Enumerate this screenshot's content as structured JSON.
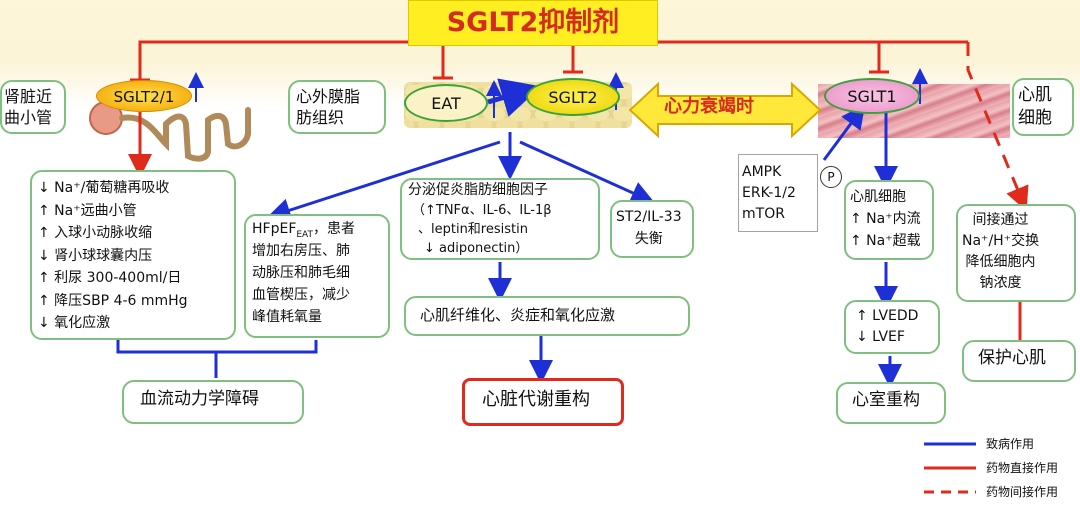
{
  "title": "SGLT2抑制剂",
  "kidney": {
    "label": "肾脏近\n曲小管",
    "target": "SGLT2/1",
    "effects": "↓ Na⁺/葡萄糖再吸收\n↑ Na⁺远曲小管\n↑ 入球小动脉收缩\n↓ 肾小球球囊内压\n↑ 利尿 300-400ml/日\n↑ 降压SBP 4-6 mmHg\n↓ 氧化应激"
  },
  "eat": {
    "label": "心外膜脂\n肪组织",
    "eat_pill": "EAT",
    "sglt2_pill": "SGLT2",
    "factors_title": "分泌促炎脂肪细胞因子",
    "factors_line1": "（↑TNFα、IL-6、IL-1β",
    "factors_line2": "、leptin和resistin",
    "factors_line3": "↓ adiponectin）",
    "st2": "ST2/IL-33\n失衡",
    "hfpef": "HFpEF",
    "hfpef_sub": "EAT",
    "hfpef_rest": "，患者",
    "hfpef_lines": "增加右房压、肺\n动脉压和肺毛细\n血管楔压，减少\n峰值耗氧量",
    "fibrosis": "心肌纤维化、炎症和氧化应激"
  },
  "center_arrow": "心力衰竭时",
  "myocardium": {
    "label": "心肌\n细胞",
    "target": "SGLT1",
    "kinases": "AMPK\nERK-1/2\nmTOR",
    "p_label": "P",
    "cell_effects": "心肌细胞\n↑ Na⁺内流\n↑ Na⁺超载",
    "lv": "↑ LVEDD\n↓ LVEF",
    "indirect": "间接通过\nNa⁺/H⁺交换\n降低细胞内\n钠浓度"
  },
  "outcomes": {
    "hemodynamic": "血流动力学障碍",
    "metabolic": "心脏代谢重构",
    "ventricular": "心室重构",
    "protect": "保护心肌"
  },
  "legend": [
    {
      "label": "致病作用",
      "color": "#1f2fd6",
      "style": "solid"
    },
    {
      "label": "药物直接作用",
      "color": "#e02a1c",
      "style": "solid"
    },
    {
      "label": "药物间接作用",
      "color": "#e02a1c",
      "style": "dashed"
    }
  ],
  "colors": {
    "pathogenic": "#1f2fd6",
    "direct": "#e02a1c",
    "box_border": "#7fbf7f",
    "title_bg": "#ffee22"
  }
}
